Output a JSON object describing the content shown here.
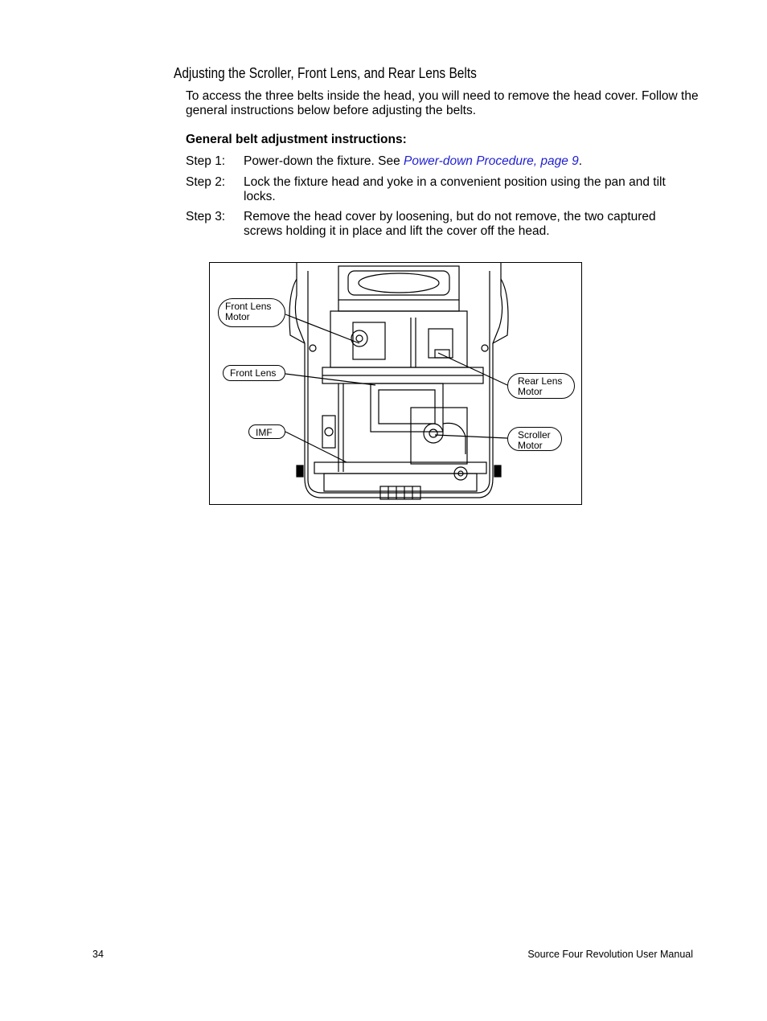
{
  "heading": "Adjusting the Scroller, Front Lens, and Rear Lens Belts",
  "intro": "To access the three belts inside the head, you will need to remove the head cover. Follow the general instructions below before adjusting the belts.",
  "subheading": "General belt adjustment instructions:",
  "steps": [
    {
      "num": "Step 1:",
      "text_before": "Power-down the fixture. See ",
      "link": "Power-down Procedure, page 9",
      "text_after": "."
    },
    {
      "num": "Step 2:",
      "text": "Lock the fixture head and yoke in a convenient position using the pan and tilt locks."
    },
    {
      "num": "Step 3:",
      "text": "Remove the head cover by loosening, but do not remove, the two captured screws holding it in place and lift the cover off the head."
    }
  ],
  "figure": {
    "callouts": {
      "front_lens_motor_1": "Front Lens",
      "front_lens_motor_2": "Motor",
      "front_lens": "Front Lens",
      "imf": "IMF",
      "rear_lens_motor_1": "Rear Lens",
      "rear_lens_motor_2": "Motor",
      "scroller_motor_1": "Scroller",
      "scroller_motor_2": "Motor"
    }
  },
  "footer": {
    "page_number": "34",
    "manual_title": "Source Four Revolution User Manual"
  },
  "colors": {
    "link": "#1f1fd1"
  }
}
